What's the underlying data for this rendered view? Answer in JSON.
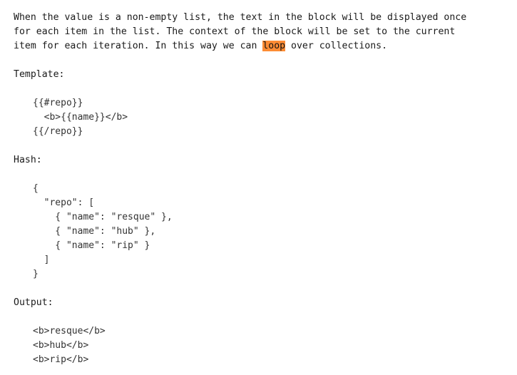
{
  "paragraph": {
    "line1": "When the value is a non-empty list, the text in the block will be displayed once",
    "line2": "for each item in the list. The context of the block will be set to the current",
    "line3_before": "item for each iteration. In this way we can ",
    "line3_highlight": "loop",
    "line3_after": " over collections.",
    "highlight_color": "#fd8c35"
  },
  "template": {
    "label": "Template:",
    "lines": [
      "{{#repo}}",
      "  <b>{{name}}</b>",
      "{{/repo}}"
    ]
  },
  "hash": {
    "label": "Hash:",
    "lines": [
      "{",
      "  \"repo\": [",
      "    { \"name\": \"resque\" },",
      "    { \"name\": \"hub\" },",
      "    { \"name\": \"rip\" }",
      "  ]",
      "}"
    ]
  },
  "output": {
    "label": "Output:",
    "lines": [
      "<b>resque</b>",
      "<b>hub</b>",
      "<b>rip</b>"
    ]
  }
}
